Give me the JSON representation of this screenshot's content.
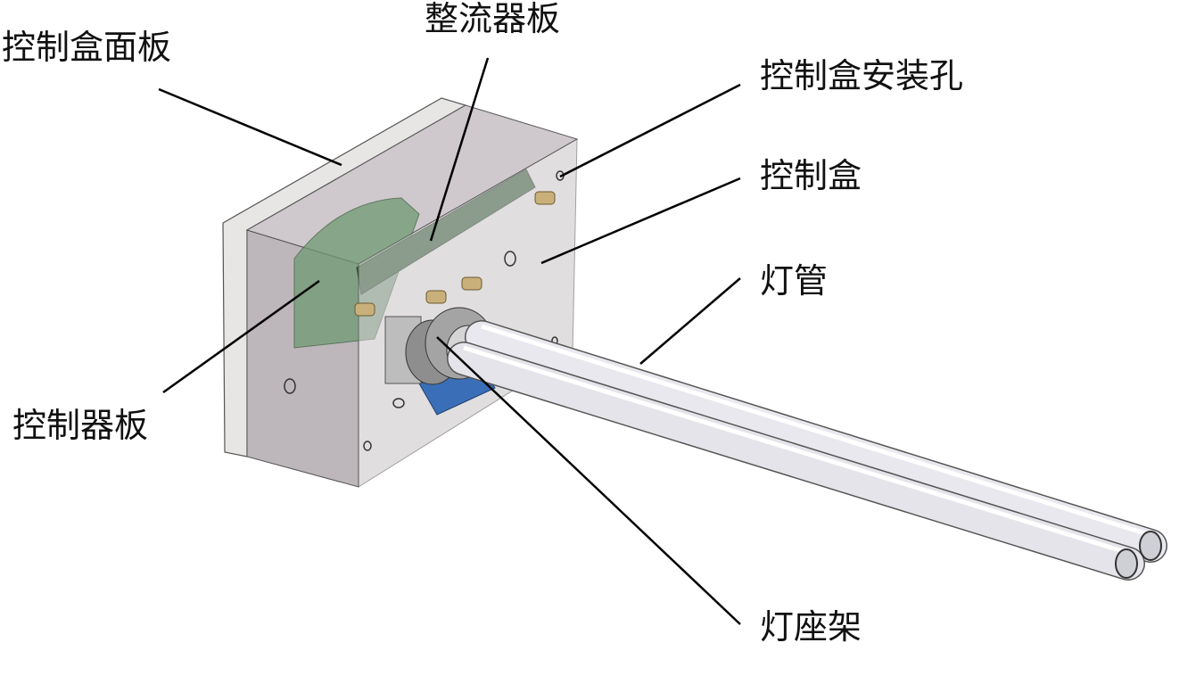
{
  "labels": {
    "panel": "控制盒面板",
    "rectifier_board": "整流器板",
    "mounting_hole": "控制盒安装孔",
    "control_box": "控制盒",
    "lamp_tube": "灯管",
    "controller_board": "控制器板",
    "lamp_holder": "灯座架"
  }
}
